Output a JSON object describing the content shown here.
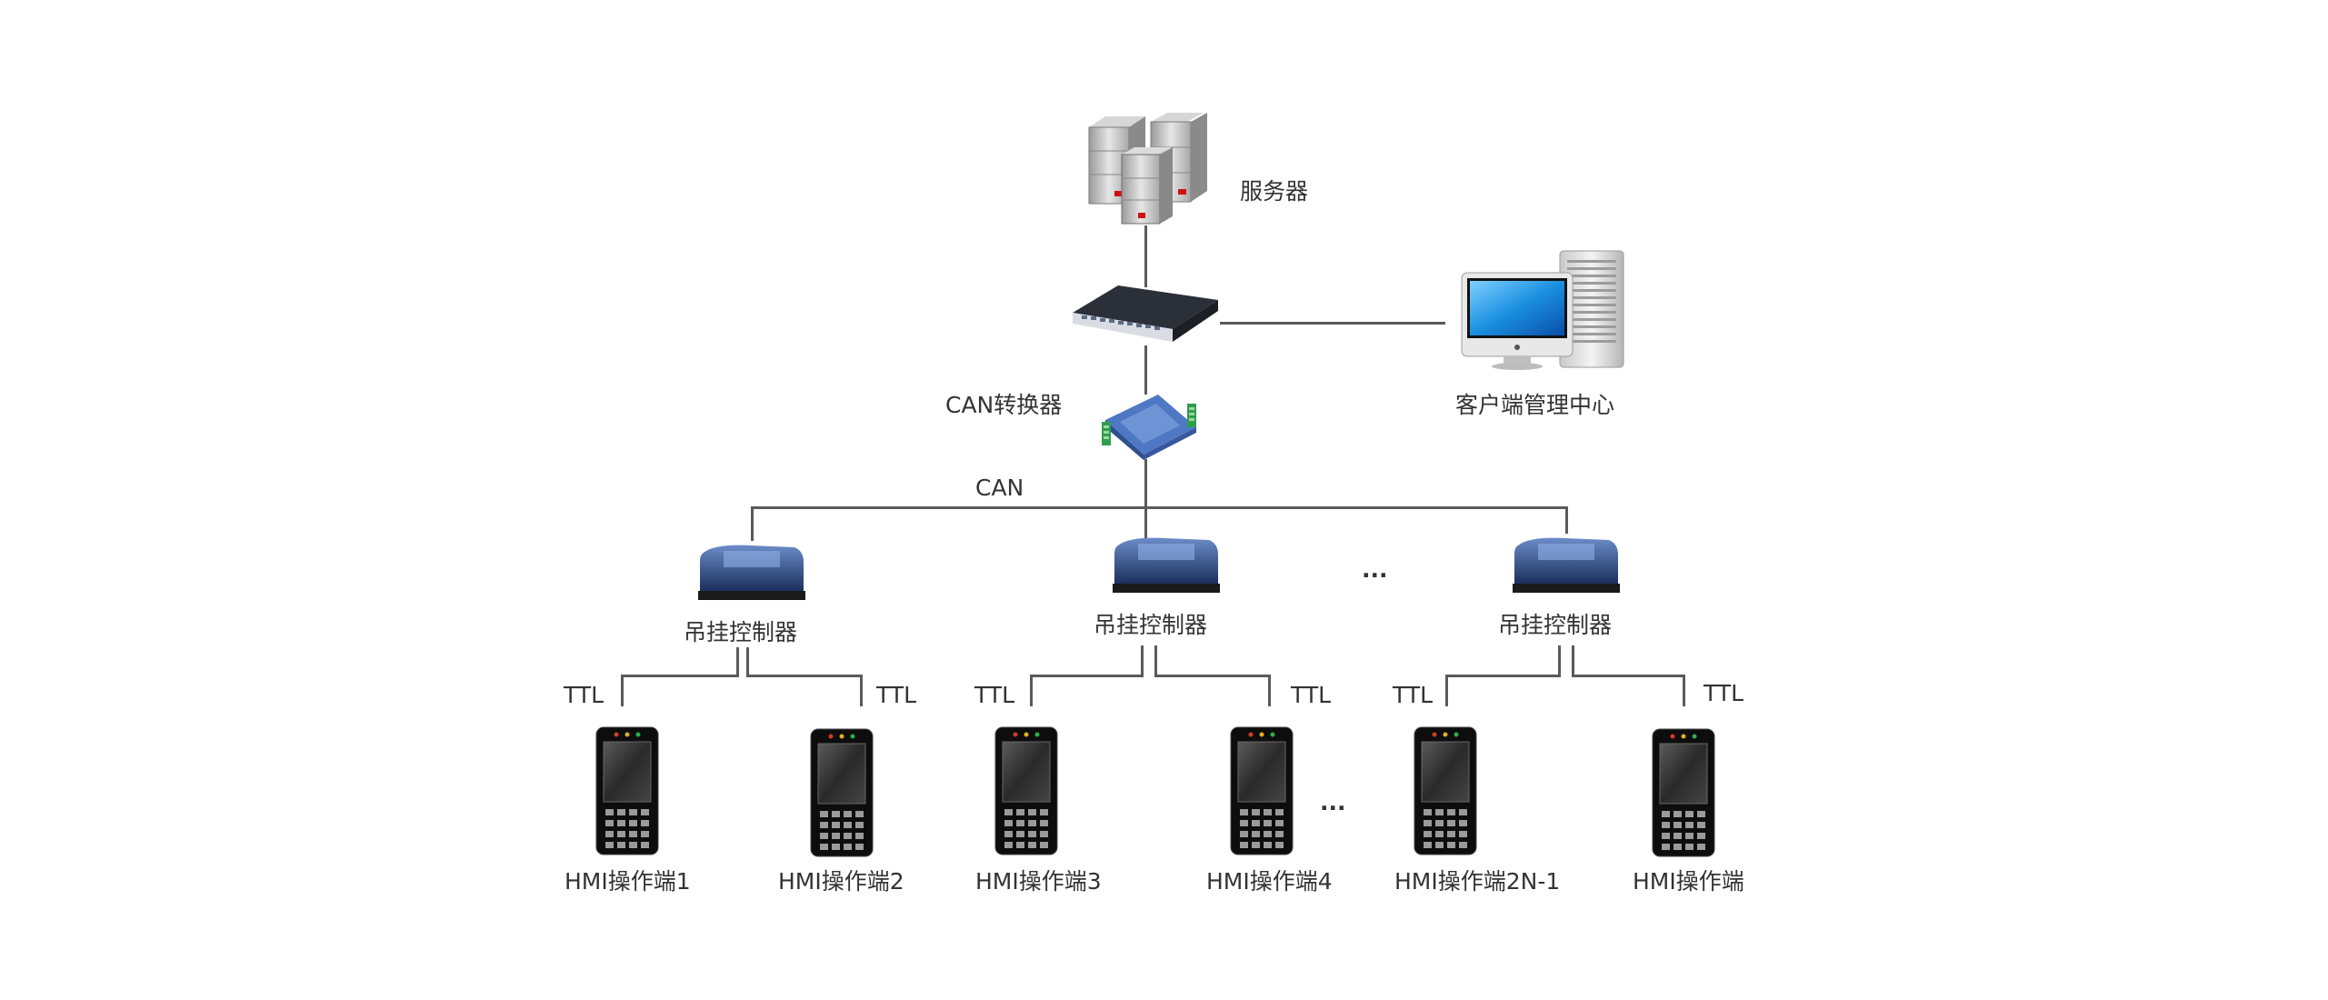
{
  "colors": {
    "line": "#5a5a5a",
    "text": "#333333",
    "background": "#ffffff"
  },
  "nodes": {
    "server": "服务器",
    "client_center": "客户端管理中心",
    "can_converter": "CAN转换器",
    "controller_label": "吊挂控制器"
  },
  "bus": {
    "can": "CAN",
    "ttl": "TTL",
    "ellipsis": "..."
  },
  "hmi": [
    "HMI操作端1",
    "HMI操作端2",
    "HMI操作端3",
    "HMI操作端4",
    "HMI操作端2N-1",
    "HMI操作端"
  ],
  "icons": {
    "server": "server-rack-icon",
    "switch": "network-switch-icon",
    "workstation": "desktop-computer-icon",
    "converter": "can-converter-module-icon",
    "controller": "hanging-controller-icon",
    "terminal": "hmi-terminal-icon"
  }
}
